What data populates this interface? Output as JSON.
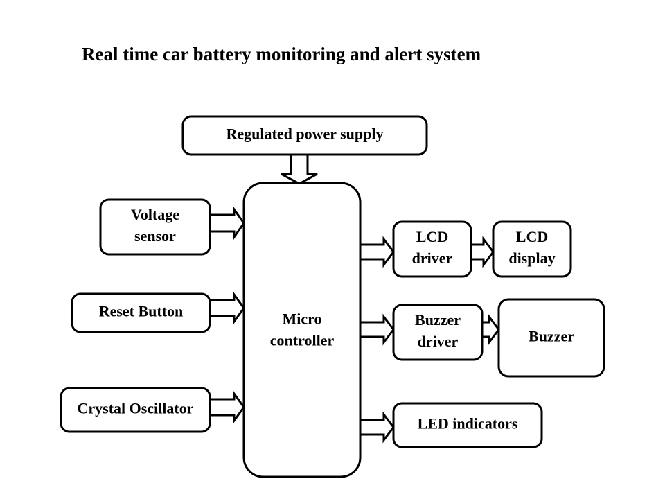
{
  "title": "Real time car battery monitoring and alert system",
  "colors": {
    "stroke": "#000000",
    "fill": "#ffffff",
    "text": "#000000"
  },
  "blocks": {
    "power_supply": {
      "lines": [
        "Regulated power supply"
      ]
    },
    "microcontroller": {
      "lines": [
        "Micro",
        "controller"
      ]
    },
    "voltage_sensor": {
      "lines": [
        "Voltage",
        "sensor"
      ]
    },
    "reset_button": {
      "lines": [
        "Reset Button"
      ]
    },
    "crystal_oscillator": {
      "lines": [
        "Crystal Oscillator"
      ]
    },
    "lcd_driver": {
      "lines": [
        "LCD",
        "driver"
      ]
    },
    "lcd_display": {
      "lines": [
        "LCD",
        "display"
      ]
    },
    "buzzer_driver": {
      "lines": [
        "Buzzer",
        "driver"
      ]
    },
    "buzzer": {
      "lines": [
        "Buzzer"
      ]
    },
    "led_indicators": {
      "lines": [
        "LED indicators"
      ]
    }
  },
  "connections": [
    {
      "from": "power_supply",
      "to": "microcontroller"
    },
    {
      "from": "voltage_sensor",
      "to": "microcontroller"
    },
    {
      "from": "reset_button",
      "to": "microcontroller"
    },
    {
      "from": "crystal_oscillator",
      "to": "microcontroller"
    },
    {
      "from": "microcontroller",
      "to": "lcd_driver"
    },
    {
      "from": "lcd_driver",
      "to": "lcd_display"
    },
    {
      "from": "microcontroller",
      "to": "buzzer_driver"
    },
    {
      "from": "buzzer_driver",
      "to": "buzzer"
    },
    {
      "from": "microcontroller",
      "to": "led_indicators"
    }
  ]
}
